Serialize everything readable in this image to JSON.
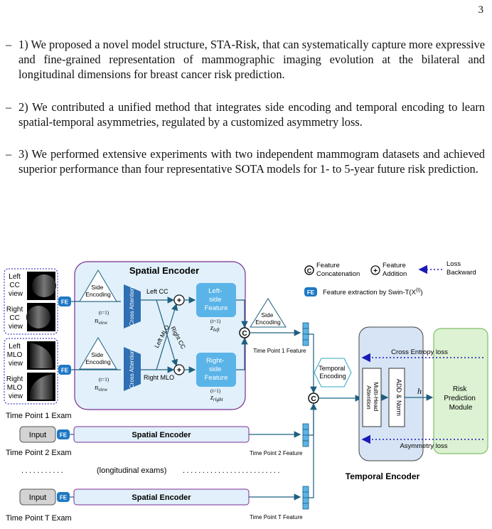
{
  "page_number": "3",
  "contributions": [
    "1) We proposed a novel model structure, STA-Risk, that can systematically capture more expressive and fine-grained representation of mammographic imaging evolution at the bilateral and longitudinal dimensions for breast cancer risk prediction.",
    "2) We contributed a unified method that integrates side encoding and temporal encoding to learn spatial-temporal asymmetries, regulated by a customized asymmetry loss.",
    "3) We performed extensive experiments with two independent mammogram datasets and achieved superior performance than four representative SOTA models for 1- to 5-year future risk prediction."
  ],
  "figure": {
    "spatial_encoder_title": "Spatial Encoder",
    "spatial_encoder_label": "Spatial Encoder",
    "legend": {
      "concat_symbol": "C",
      "concat_label_1": "Feature",
      "concat_label_2": "Concatenation",
      "add_symbol": "+",
      "add_label_1": "Feature",
      "add_label_2": "Addition",
      "loss_label_1": "Loss",
      "loss_label_2": "Backward",
      "fe_badge": "FE",
      "fe_label": "Feature extraction by Swin-T(X",
      "fe_sup": "(t)",
      "fe_close": ")"
    },
    "views": {
      "left_cc": [
        "Left",
        "CC",
        "view"
      ],
      "right_cc": [
        "Right",
        "CC",
        "view"
      ],
      "left_mlo": [
        "Left",
        "MLO",
        "view"
      ],
      "right_mlo": [
        "Right",
        "MLO",
        "view"
      ]
    },
    "fe": "FE",
    "side_encoding": [
      "Side",
      "Encoding"
    ],
    "n_view": "n",
    "n_view_sub": "view",
    "n_view_sup": "(t=1)",
    "cross_attention": "Cross Attention",
    "left_cc_label": "Left CC",
    "left_mlo_label": "Left MLO",
    "right_cc_label": "Right CC",
    "right_mlo_label": "Right MLO",
    "left_feature": [
      "Left-",
      "side",
      "Feature"
    ],
    "right_feature": [
      "Right-",
      "side",
      "Feature"
    ],
    "z": "z",
    "z_left_sub": "left",
    "z_right_sub": "right",
    "z_sup": "(t=1)",
    "concat": "C",
    "plus": "+",
    "time_point_1_feature": "Time Point 1 Feature",
    "time_point_2_feature": "Time Point 2 Feature",
    "time_point_t_feature": "Time Point T Feature",
    "time_point_1_exam": "Time Point 1 Exam",
    "time_point_2_exam": "Time Point 2 Exam",
    "time_point_t_exam": "Time Point T Exam",
    "input": "Input",
    "longitudinal": "(longitudinal exams)",
    "temporal_encoding": [
      "Temporal",
      "Encoding"
    ],
    "cross_entropy_loss": "Cross Entropy loss",
    "asymmetry_loss": "Asymmetry loss",
    "multi_head": [
      "Multi-Head",
      "Attention"
    ],
    "add_norm": "ADD & Norm",
    "h": "h",
    "risk_prediction": [
      "Risk",
      "Prediction",
      "Module"
    ],
    "temporal_encoder": "Temporal Encoder",
    "colors": {
      "spatial_fill": "#e1f0fa",
      "blue_box": "#5ab4e8",
      "arrow": "#1f5f80",
      "purple": "#7a2e93",
      "dotted_blue": "#1a1ab8",
      "temporal_fill": "#d6e4f5",
      "risk_fill": "#dcf2d2",
      "risk_stroke": "#7fbf6a",
      "fe_fill": "#1e78c4",
      "cross_attn_fill": "#2f6fb3"
    }
  }
}
